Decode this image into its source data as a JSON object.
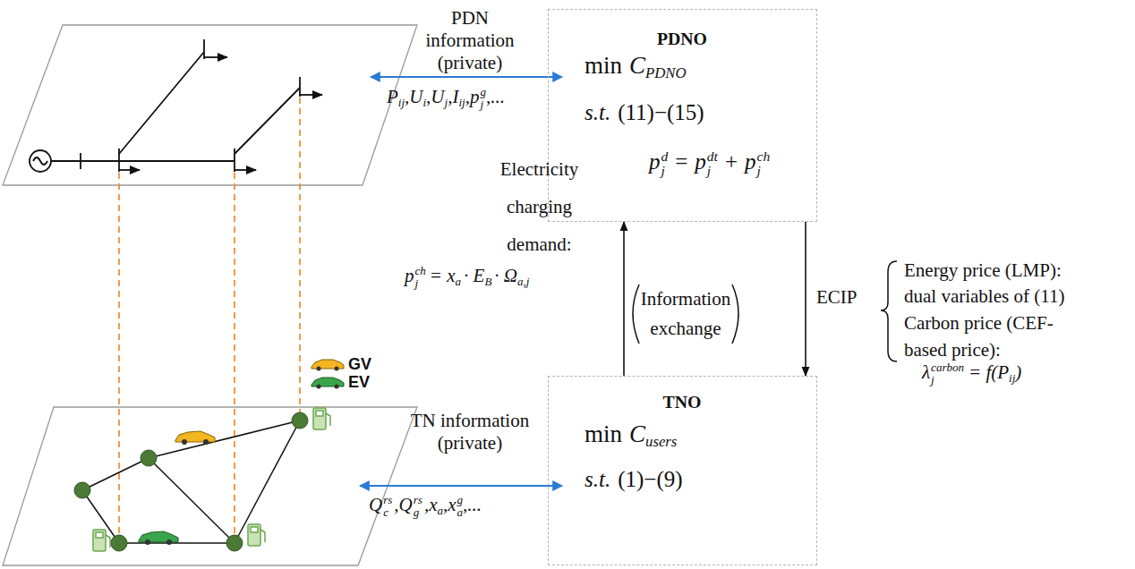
{
  "diagram": {
    "nodes": [
      {
        "text": [
          "PDNO",
          "min",
          "C",
          "PDNO",
          "s.t.",
          "(11)−(15)",
          "p",
          "j",
          "d",
          "=",
          "p",
          "j",
          "dt",
          "+",
          "p",
          "j",
          "ch"
        ]
      },
      {
        "text": [
          "TNO",
          "min",
          "C",
          "users",
          "s.t.",
          "(1)−(9)"
        ]
      }
    ],
    "edges": [
      {
        "from": 1,
        "to": 0,
        "arrow": "to"
      },
      {
        "from": 0,
        "to": 1,
        "arrow": "to",
        "label": "ECIP"
      }
    ],
    "labels": [
      "PDN information (private)",
      "P",
      "ij",
      ",U",
      "i",
      ",U",
      "j",
      ",I",
      "ij",
      ",p",
      "j",
      "g",
      ",...",
      "Electricity charging demand:",
      "p",
      "j",
      "ch",
      "= x",
      "a",
      "· E",
      "B",
      "· Ω",
      "a,j",
      "Information exchange",
      "Energy price (LMP):",
      "dual variables of (11)",
      "Carbon price (CEF-based price):",
      "λ",
      "j",
      "carbon",
      "= f(P",
      "ij",
      ")",
      "GV",
      "EV",
      "TN information (private)",
      "Q",
      "c",
      "rs",
      ",Q",
      "g",
      "rs",
      ",x",
      "a",
      ",x",
      "a",
      "g",
      ",..."
    ]
  }
}
